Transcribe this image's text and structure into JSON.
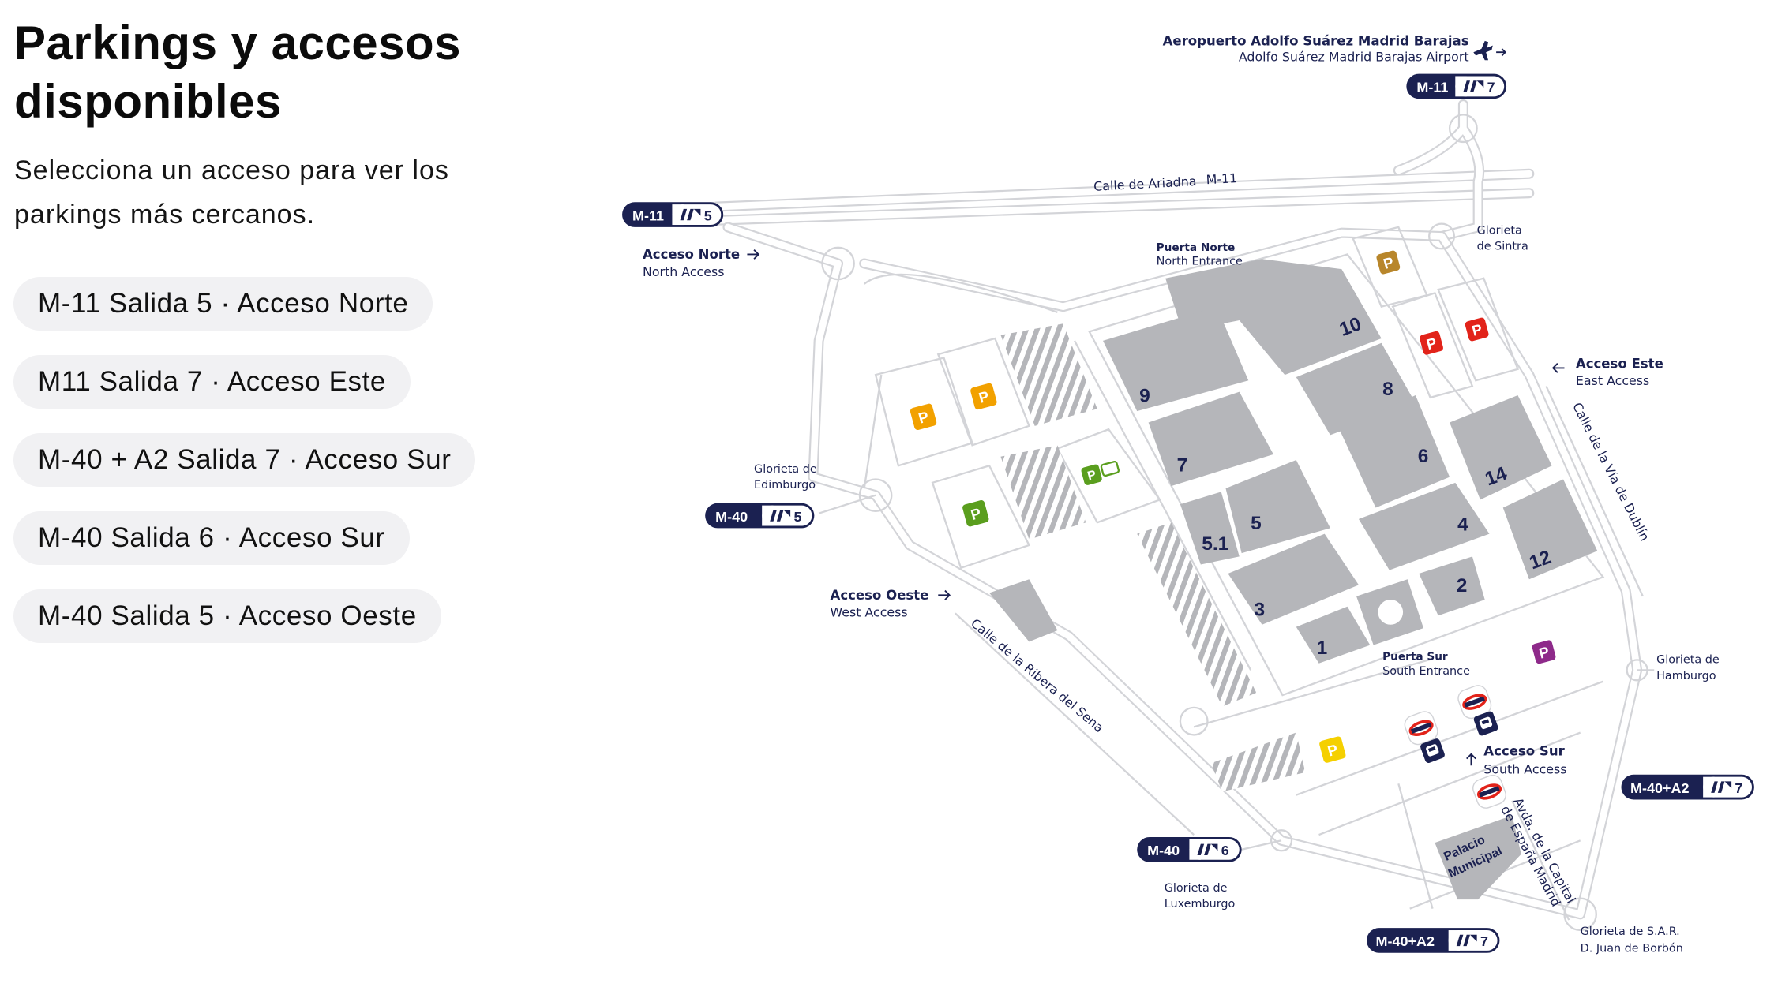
{
  "header": {
    "title_line1": "Parkings y accesos",
    "title_line2": "disponibles",
    "subtitle_line1": "Selecciona un acceso para ver los",
    "subtitle_line2": "parkings más cercanos."
  },
  "access_buttons": [
    {
      "label": "M-11 Salida 5 · Acceso Norte"
    },
    {
      "label": "M11 Salida 7 · Acceso Este"
    },
    {
      "label": "M-40 + A2 Salida 7 · Acceso Sur"
    },
    {
      "label": "M-40 Salida 6 · Acceso Sur"
    },
    {
      "label": "M-40 Salida 5 · Acceso Oeste"
    }
  ],
  "map": {
    "colors": {
      "navy": "#1b2151",
      "hall": "#b5b6ba",
      "road": "#d3d4d8",
      "button_bg": "#f1f1f3"
    },
    "airport": {
      "es": "Aeropuerto Adolfo Suárez Madrid Barajas",
      "en": "Adolfo Suárez Madrid Barajas  Airport",
      "icon": "airplane-icon"
    },
    "roads": {
      "ariadna": "Calle de Ariadna",
      "ariadna_m11": "M-11",
      "dublin": "Calle de la Vía de Dublín",
      "sena": "Calle de la Ribera del Sena",
      "capital_1": "Avda. de la Capital",
      "capital_2": "de España Madrid"
    },
    "accesses": {
      "norte": {
        "es": "Acceso Norte",
        "en": "North Access"
      },
      "este": {
        "es": "Acceso Este",
        "en": "East Access"
      },
      "oeste": {
        "es": "Acceso Oeste",
        "en": "West Access"
      },
      "sur": {
        "es": "Acceso Sur",
        "en": "South Access"
      }
    },
    "entrances": {
      "norte": {
        "es": "Puerta Norte",
        "en": "North Entrance"
      },
      "sur": {
        "es": "Puerta Sur",
        "en": "South Entrance"
      }
    },
    "glorietas": {
      "sintra_1": "Glorieta",
      "sintra_2": "de Sintra",
      "edimburgo_1": "Glorieta de",
      "edimburgo_2": "Edimburgo",
      "hamburgo_1": "Glorieta de",
      "hamburgo_2": "Hamburgo",
      "luxemburgo_1": "Glorieta de",
      "luxemburgo_2": "Luxemburgo",
      "borbon_1": "Glorieta de S.A.R.",
      "borbon_2": "D. Juan de Borbón"
    },
    "halls": [
      "10",
      "9",
      "8",
      "7",
      "6",
      "14",
      "5.1",
      "5",
      "4",
      "12",
      "3",
      "2",
      "1"
    ],
    "palacio": {
      "line1": "Palacio",
      "line2": "Municipal"
    },
    "parking_label": "P",
    "parking_colors": {
      "orange": "#f2a100",
      "green": "#5a9e1e",
      "brown": "#b8862b",
      "red": "#e2231a",
      "purple": "#8e2a8a",
      "yellow": "#f5d000"
    },
    "badges": [
      {
        "road": "M-11",
        "exit": "7"
      },
      {
        "road": "M-11",
        "exit": "5"
      },
      {
        "road": "M-40",
        "exit": "5"
      },
      {
        "road": "M-40",
        "exit": "6"
      },
      {
        "road": "M-40+A2",
        "exit": "7"
      },
      {
        "road": "M-40+A2",
        "exit": "7"
      }
    ]
  }
}
